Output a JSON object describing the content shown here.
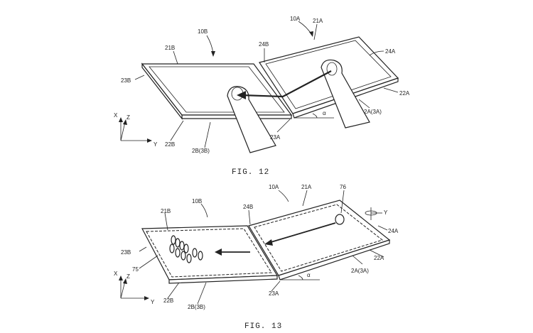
{
  "figures": [
    {
      "caption": "FIG. 12",
      "labels": {
        "device_b": "10B",
        "device_a": "10A",
        "screen_top_b": "21B",
        "screen_top_a": "21A",
        "edge_b": "24B",
        "edge_a": "24A",
        "side_b": "23B",
        "side_a_right": "22A",
        "side_a_bottom": "23A",
        "panel_a": "2A(3A)",
        "bottom_b": "22B",
        "panel_b": "2B(3B)",
        "angle": "α",
        "axis_x": "X",
        "axis_y": "Y",
        "axis_z": "Z"
      }
    },
    {
      "caption": "FIG. 13",
      "labels": {
        "device_b": "10B",
        "device_a": "10A",
        "screen_top_b": "21B",
        "screen_top_a": "21A",
        "ball_ref": "76",
        "edge_b": "24B",
        "edge_a": "24A",
        "side_b": "23B",
        "pins_ref": "75",
        "side_a_right": "22A",
        "side_a_bottom": "23A",
        "panel_a": "2A(3A)",
        "bottom_b": "22B",
        "panel_b": "2B(3B)",
        "angle": "α",
        "axis_x": "X",
        "axis_y": "Y",
        "axis_z": "Z",
        "rot_axis": "Y"
      }
    }
  ]
}
